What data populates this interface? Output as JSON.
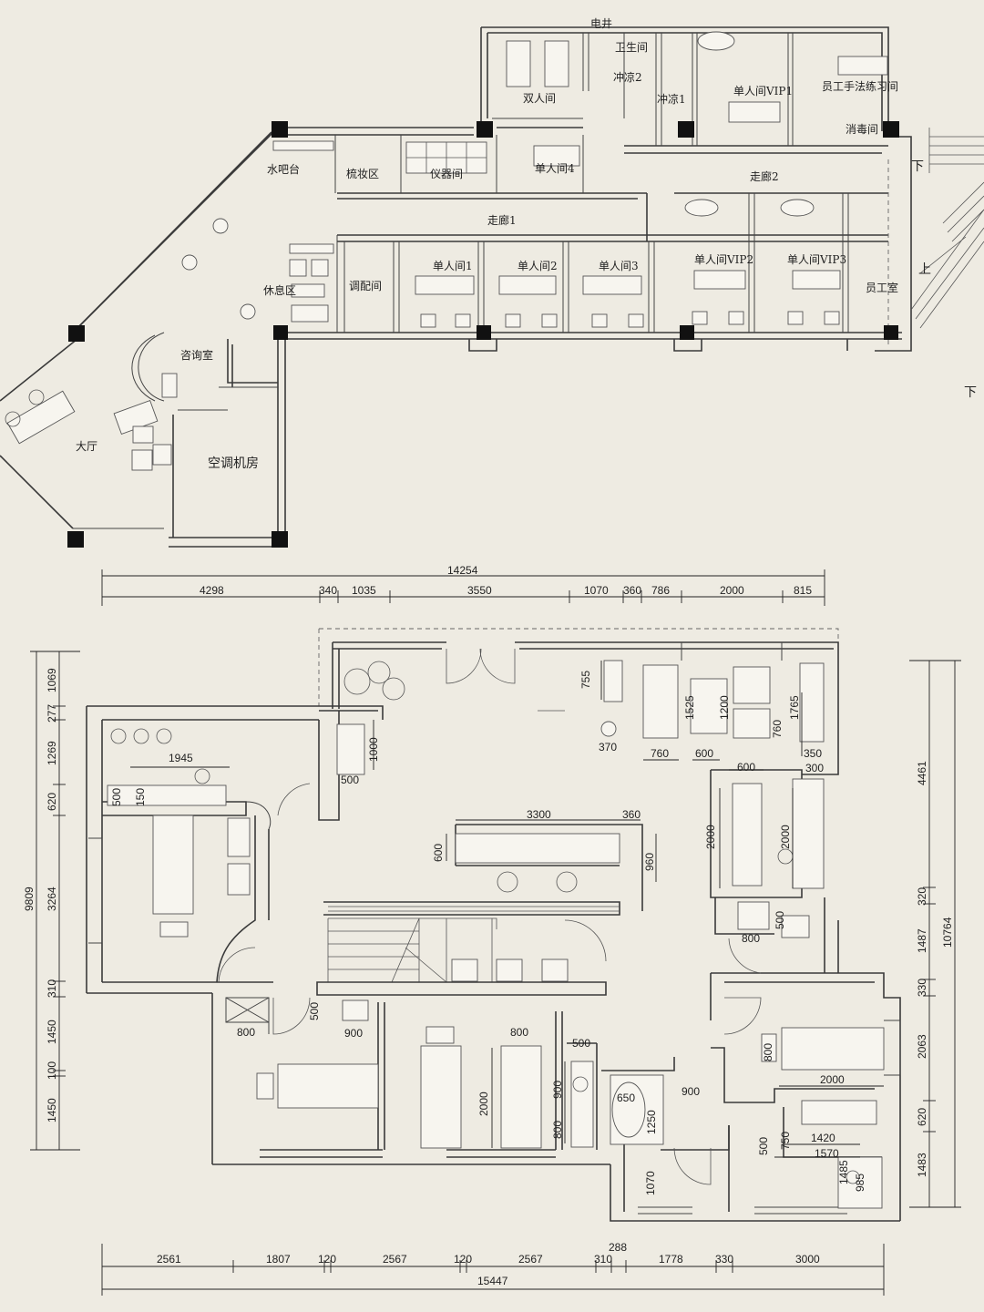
{
  "plan1": {
    "rooms": {
      "dianjing": "电井",
      "weishengjian": "卫生间",
      "chongliang2": "冲凉2",
      "chongliang1": "冲凉1",
      "shuangrenjian": "双人间",
      "danrenjian_vip1": "单人间VIP1",
      "yuangong_practice": "员工手法练习间",
      "xiaodu": "消毒间",
      "shuibatai": "水吧台",
      "shuzhuang": "梳妆区",
      "yiqi": "仪器间",
      "danrenjian4": "单人间4",
      "zoulang2": "走廊2",
      "zoulang1": "走廊1",
      "danrenjian1": "单人间1",
      "danrenjian2": "单人间2",
      "danrenjian3": "单人间3",
      "danrenjian_vip2": "单人间VIP2",
      "danrenjian_vip3": "单人间VIP3",
      "tiaopei": "调配间",
      "xiuxi": "休息区",
      "yuangongshi": "员工室",
      "zixun": "咨询室",
      "dating": "大厅",
      "kongtiao": "空调机房",
      "stair_down1": "下",
      "stair_up": "上",
      "stair_down2": "下"
    }
  },
  "plan2": {
    "top_dims": {
      "total": "14254",
      "segments": [
        "4298",
        "340",
        "1035",
        "3550",
        "1070",
        "360",
        "786",
        "2000",
        "815"
      ]
    },
    "bottom_dims": {
      "total": "15447",
      "segments": [
        "2561",
        "1807",
        "120",
        "2567",
        "120",
        "2567",
        "310",
        "288",
        "1778",
        "330",
        "3000"
      ]
    },
    "left_dims": {
      "total": "9809",
      "segments": [
        "1069",
        "277",
        "1269",
        "620",
        "3264",
        "310",
        "1450",
        "100",
        "1450"
      ]
    },
    "right_dims": {
      "total": "10764",
      "segments": [
        "4461",
        "320",
        "1487",
        "330",
        "2063",
        "620",
        "1483"
      ]
    },
    "inner_dims": {
      "d1945": "1945",
      "d500a": "500",
      "d150": "150",
      "d1000": "1000",
      "d500b": "500",
      "d755": "755",
      "d370": "370",
      "d760a": "760",
      "d1525": "1525",
      "d1200": "1200",
      "d600a": "600",
      "d760b": "760",
      "d1765": "1765",
      "d350": "350",
      "d300": "300",
      "d600b": "600",
      "d3300": "3300",
      "d360": "360",
      "d600c": "600",
      "d960": "960",
      "d2000a": "2000",
      "d2000b": "2000",
      "d500c": "500",
      "d800a": "800",
      "d500d": "500",
      "d800b": "800",
      "d900a": "900",
      "d800c": "800",
      "d2000c": "2000",
      "d500e": "500",
      "d900b": "900",
      "d800d": "800",
      "d650": "650",
      "d1250": "1250",
      "d900c": "900",
      "d1070": "1070",
      "d800e": "800",
      "d2000d": "2000",
      "d500f": "500",
      "d750": "750",
      "d1420": "1420",
      "d1570": "1570",
      "d1485": "1485",
      "d985": "985"
    }
  }
}
